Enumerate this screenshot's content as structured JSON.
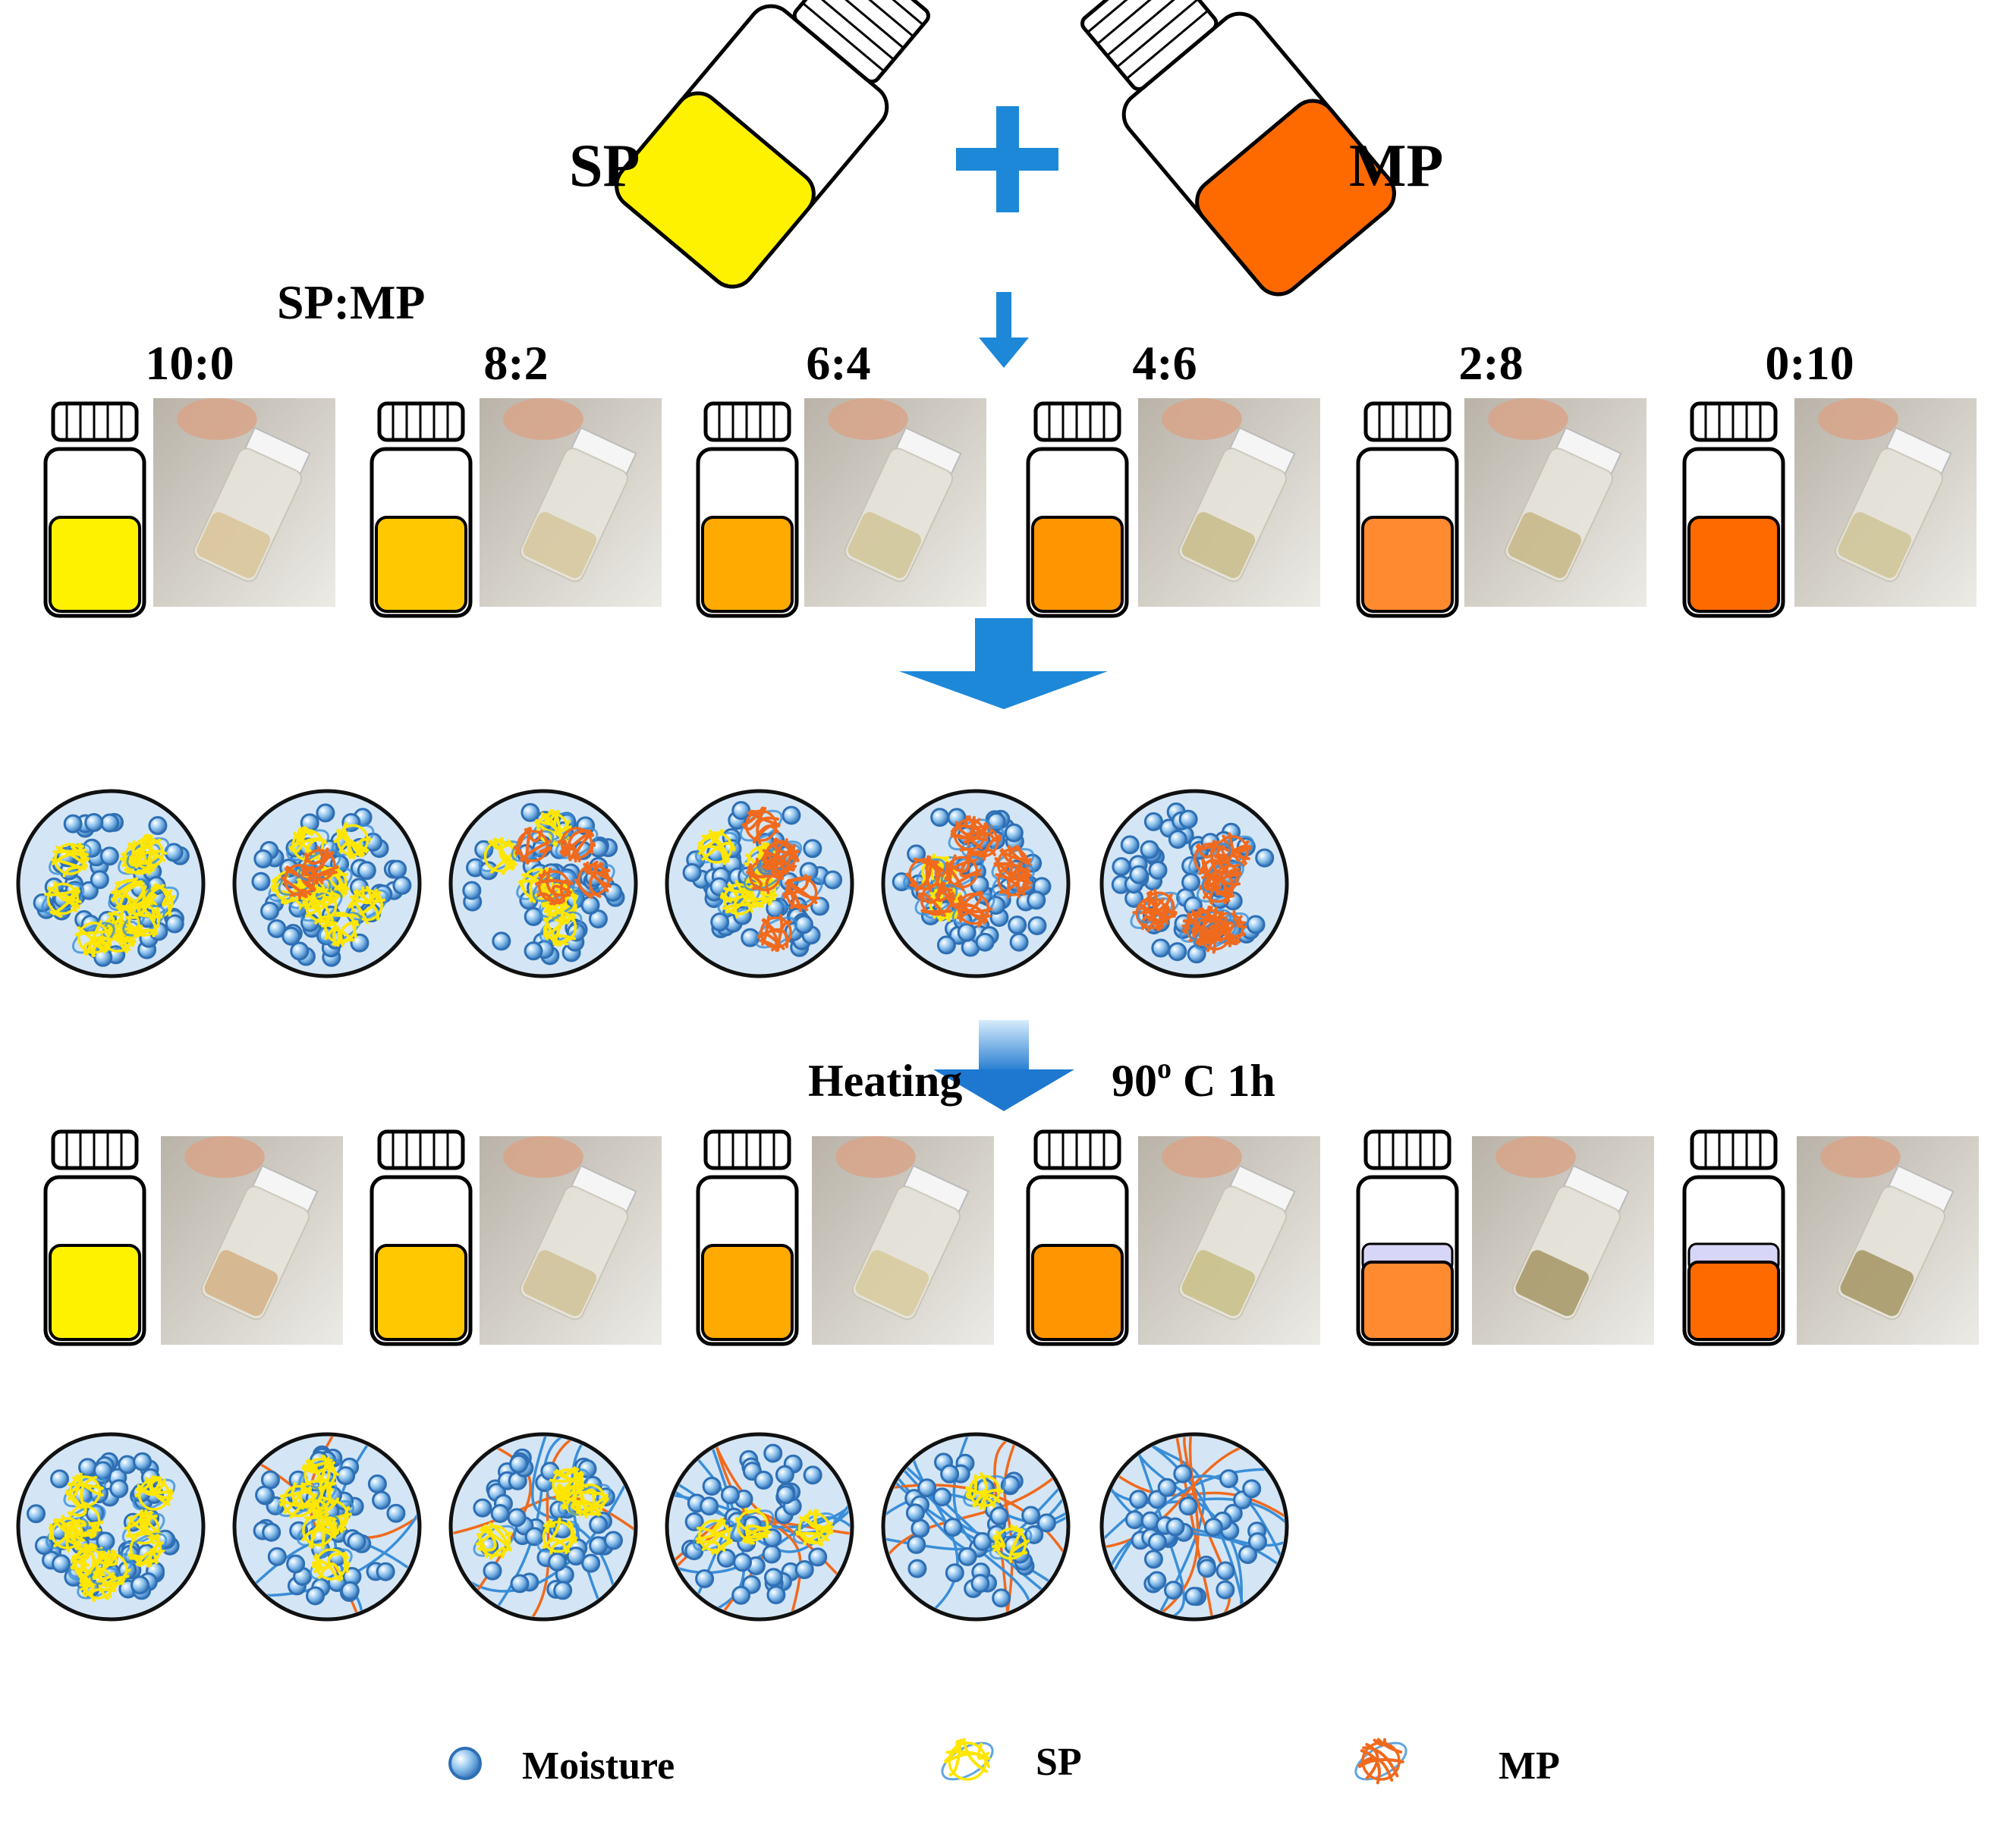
{
  "top": {
    "left_label": "SP",
    "right_label": "MP",
    "ratio_header": "SP:MP",
    "left_fill": "#FFF200",
    "right_fill": "#FF6A00",
    "plus_color": "#1E88D8"
  },
  "samples": [
    {
      "ratio": "10:0",
      "fill": "#FFF200",
      "separated": false,
      "sp": 10,
      "mp": 0
    },
    {
      "ratio": "8:2",
      "fill": "#FFC800",
      "separated": false,
      "sp": 8,
      "mp": 2
    },
    {
      "ratio": "6:4",
      "fill": "#FFAA00",
      "separated": false,
      "sp": 6,
      "mp": 4
    },
    {
      "ratio": "4:6",
      "fill": "#FF9500",
      "separated": false,
      "sp": 4,
      "mp": 6
    },
    {
      "ratio": "2:8",
      "fill": "#FF8A30",
      "separated": true,
      "sp": 2,
      "mp": 8
    },
    {
      "ratio": "0:10",
      "fill": "#FF6A00",
      "separated": true,
      "sp": 0,
      "mp": 10
    }
  ],
  "heating": {
    "label": "Heating",
    "condition": "90",
    "condition_sup": "o",
    "condition_rest": " C 1h"
  },
  "legend": {
    "moisture": "Moisture",
    "sp": "SP",
    "mp": "MP"
  },
  "colors": {
    "circle_fill": "#D4E6F5",
    "moisture": "#3B7FC4",
    "sp_yellow": "#FFE600",
    "mp_orange": "#F06A1E",
    "strand_blue": "#3A8ED8",
    "arrow_blue": "#1E88D8"
  }
}
